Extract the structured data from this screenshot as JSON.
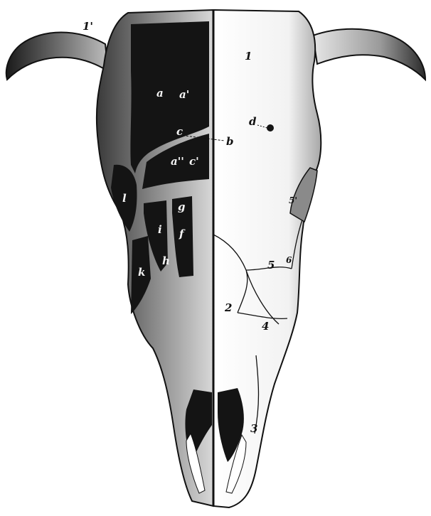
{
  "colors": {
    "ink": "#111111",
    "bone_light": "#ffffff",
    "bone_shade": "#bdbdbd",
    "bone_mid": "#8a8a8a",
    "cavity": "#141414",
    "background": "#ffffff"
  },
  "labels": {
    "horn_left": "1'",
    "frontal": "1",
    "nasal": "2",
    "premaxilla": "3",
    "maxilla": "4",
    "lacrimal": "5",
    "zygomatic": "6",
    "lacrimal_upper": "5'",
    "sinus_a": "a",
    "sinus_a_prime": "a'",
    "sinus_a_double": "a''",
    "sinus_c": "c",
    "sinus_c_prime": "c'",
    "septum_b": "b",
    "foramen_d": "d",
    "sinus_f": "f",
    "sinus_g": "g",
    "sinus_h": "h",
    "sinus_i": "i",
    "sinus_k": "k",
    "sinus_l": "l"
  }
}
